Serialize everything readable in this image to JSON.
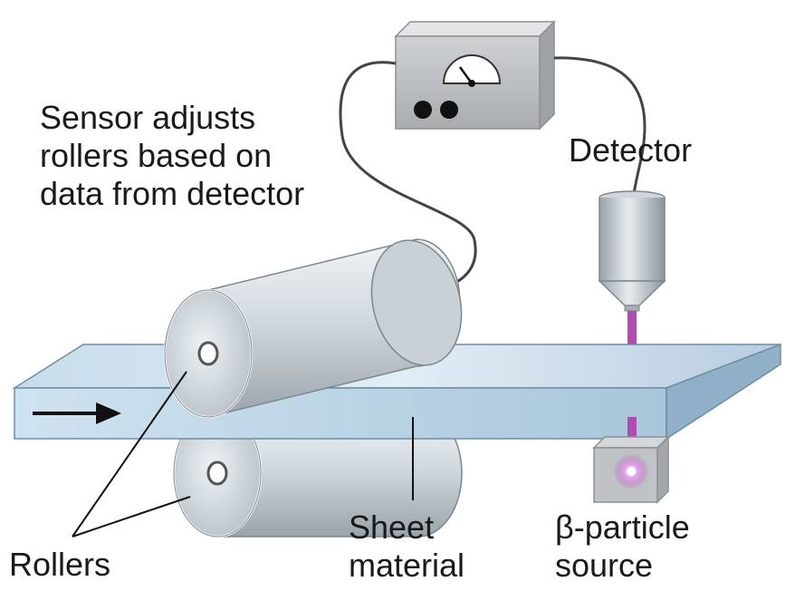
{
  "labels": {
    "sensor_line1": "Sensor adjusts",
    "sensor_line2": "rollers based on",
    "sensor_line3": "data from detector",
    "detector": "Detector",
    "rollers": "Rollers",
    "sheet_line1": "Sheet",
    "sheet_line2": "material",
    "source_line1": "β-particle",
    "source_line2": "source"
  },
  "colors": {
    "roller": "#cfd6dc",
    "sheet": "#bcd6e6",
    "beam": "#b04cb0",
    "meter_box": "#b9bcbf",
    "cable": "#444444"
  }
}
